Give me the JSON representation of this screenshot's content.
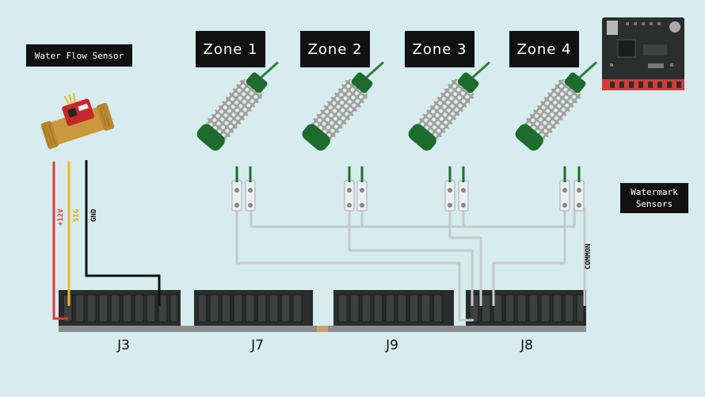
{
  "labels": {
    "water_flow_sensor": "Water Flow Sensor",
    "watermark_sensors_line1": "Watermark",
    "watermark_sensors_line2": "Sensors"
  },
  "zones": [
    "Zone 1",
    "Zone 2",
    "Zone 3",
    "Zone 4"
  ],
  "connectors": [
    "J3",
    "J7",
    "J9",
    "J8"
  ],
  "wires": {
    "plus12v": "+12V",
    "sig": "SIG",
    "gnd": "GND",
    "common": "COMMON"
  },
  "colors": {
    "background": "#d6ecee",
    "wire_red": "#e03a3a",
    "wire_yellow": "#f0b820",
    "wire_black": "#111111",
    "wire_gray": "#c8cccc",
    "sensor_green": "#1e6b2e"
  }
}
